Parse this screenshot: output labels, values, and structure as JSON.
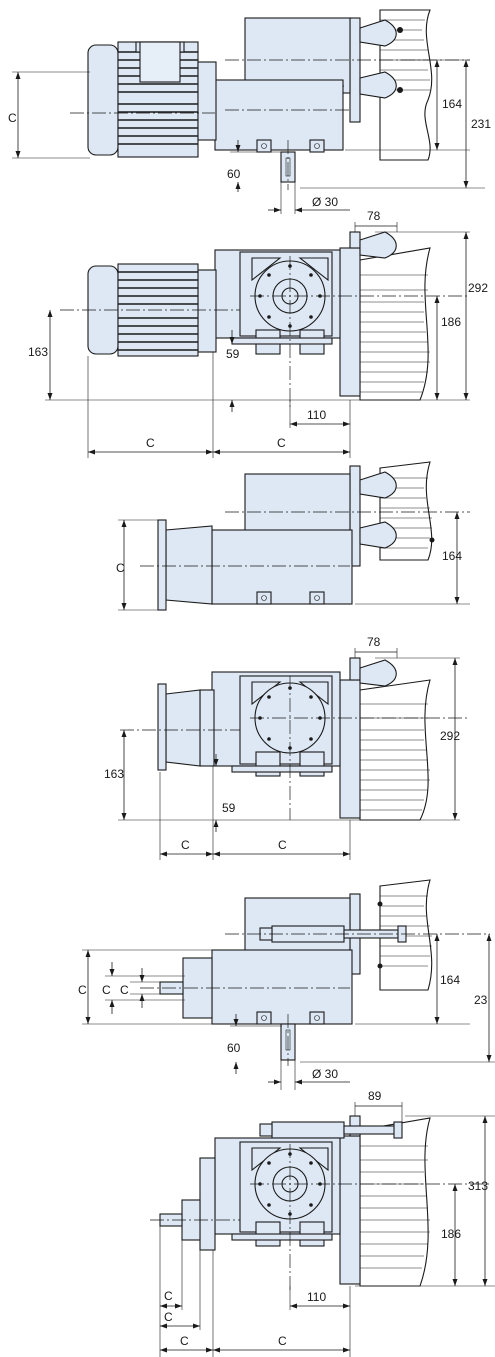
{
  "labels": {
    "v1": {
      "c": "C",
      "d164": "164",
      "d231": "231",
      "d60": "60",
      "dia30": "Ø 30"
    },
    "v2": {
      "d78": "78",
      "d292": "292",
      "d163": "163",
      "d186": "186",
      "d59": "59",
      "d110": "110",
      "cLeft": "C",
      "cRight": "C"
    },
    "v3": {
      "c": "C",
      "d164": "164"
    },
    "v4": {
      "d78": "78",
      "d292": "292",
      "d163": "163",
      "d59": "59",
      "cLeft": "C",
      "cRight": "C"
    },
    "v5": {
      "c1": "C",
      "c2": "C",
      "c3": "C",
      "d164": "164",
      "d23": "23",
      "d60": "60",
      "dia30": "Ø 30"
    },
    "v6": {
      "d89": "89",
      "d313": "313",
      "d186": "186",
      "d110": "110",
      "c1": "C",
      "c2": "C",
      "c3": "C",
      "c4": "C"
    }
  }
}
